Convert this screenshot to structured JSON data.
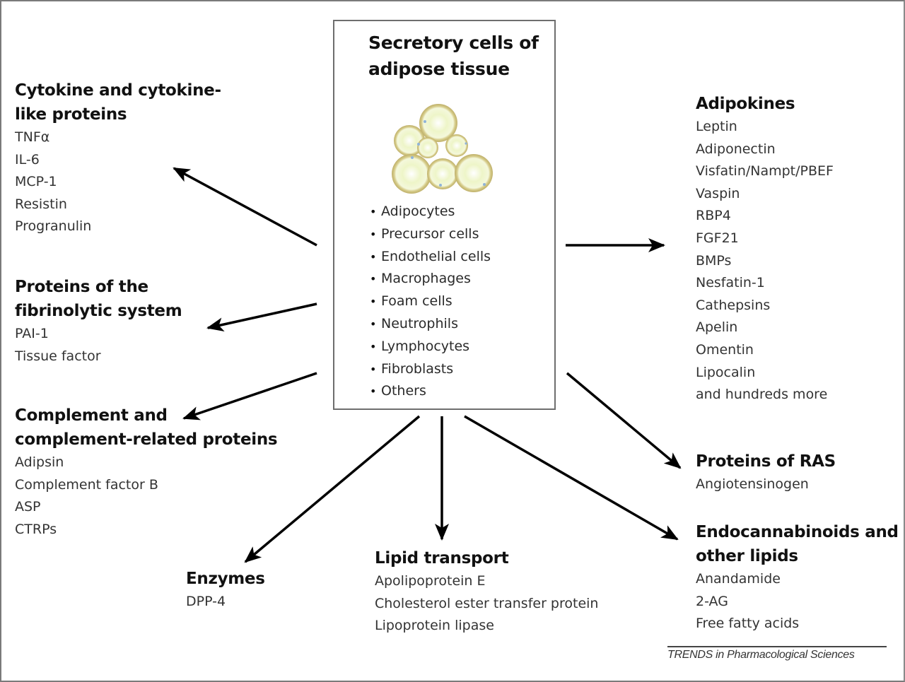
{
  "center": {
    "title_line1": "Secretory cells of",
    "title_line2": "adipose tissue",
    "illustration": "adipocyte-cluster",
    "cells": [
      "Adipocytes",
      "Precursor cells",
      "Endothelial cells",
      "Macrophages",
      "Foam cells",
      "Neutrophils",
      "Lymphocytes",
      "Fibroblasts",
      "Others"
    ]
  },
  "groups": {
    "cytokine": {
      "title_line1": "Cytokine and cytokine-",
      "title_line2": "like proteins",
      "items": [
        "TNFα",
        "IL-6",
        "MCP-1",
        "Resistin",
        "Progranulin"
      ]
    },
    "fibrinolytic": {
      "title_line1": "Proteins of the",
      "title_line2": "fibrinolytic system",
      "items": [
        "PAI-1",
        "Tissue factor"
      ]
    },
    "complement": {
      "title_line1": "Complement and",
      "title_line2": "complement-related proteins",
      "items": [
        "Adipsin",
        "Complement factor B",
        "ASP",
        "CTRPs"
      ]
    },
    "enzymes": {
      "title_line1": "Enzymes",
      "items": [
        "DPP-4"
      ]
    },
    "lipid_transport": {
      "title_line1": "Lipid transport",
      "items": [
        "Apolipoprotein E",
        "Cholesterol ester transfer protein",
        "Lipoprotein lipase"
      ]
    },
    "adipokines": {
      "title_line1": "Adipokines",
      "items": [
        "Leptin",
        "Adiponectin",
        "Visfatin/Nampt/PBEF",
        "Vaspin",
        "RBP4",
        "FGF21",
        "BMPs",
        "Nesfatin-1",
        "Cathepsins",
        "Apelin",
        "Omentin",
        "Lipocalin",
        "and hundreds more"
      ]
    },
    "ras": {
      "title_line1": "Proteins of RAS",
      "items": [
        "Angiotensinogen"
      ]
    },
    "endocannabinoids": {
      "title_line1": "Endocannabinoids and",
      "title_line2": "other lipids",
      "items": [
        "Anandamide",
        "2-AG",
        "Free fatty acids"
      ]
    }
  },
  "credit": "TRENDS in Pharmacological Sciences",
  "colors": {
    "cell_fill": "#f2f7d4",
    "cell_ring": "#c9bd78",
    "nucleus": "#8fb3d9",
    "arrow": "#000000"
  }
}
